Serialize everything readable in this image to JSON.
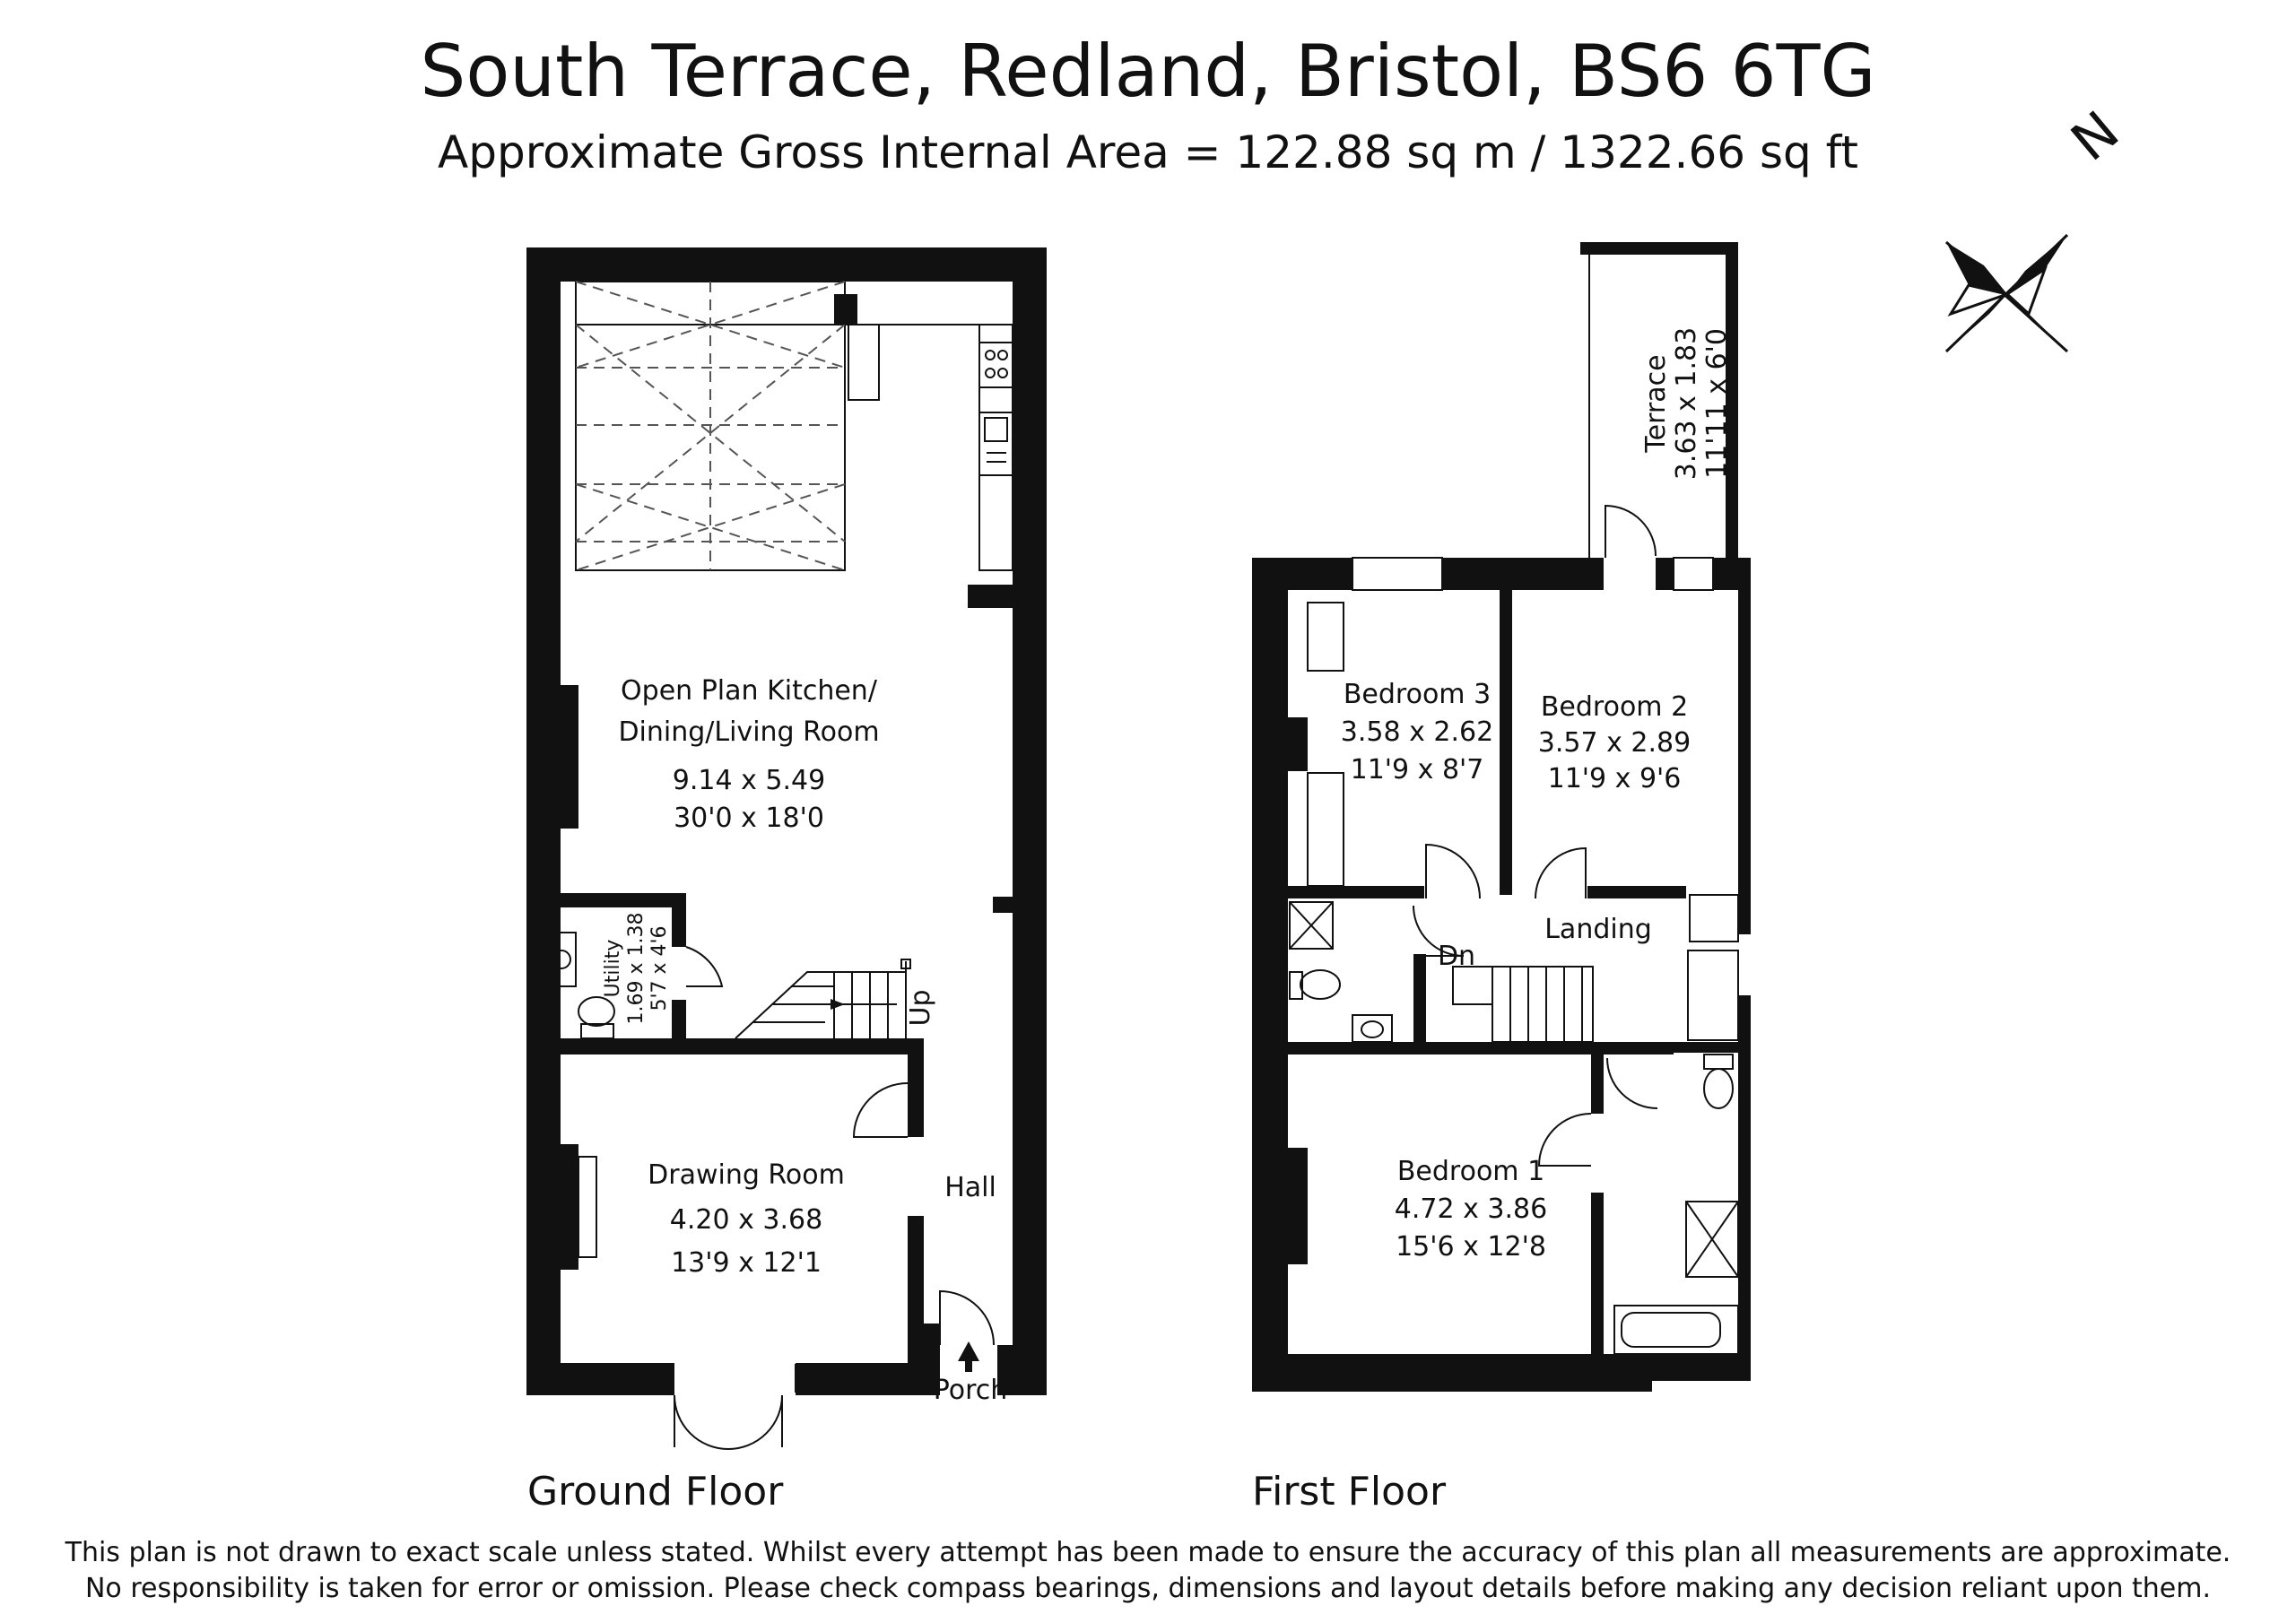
{
  "header": {
    "title": "South Terrace, Redland, Bristol,  BS6 6TG",
    "subtitle": "Approximate Gross Internal Area = 122.88 sq m / 1322.66 sq ft"
  },
  "compass": {
    "label": "N",
    "icon": "compass-rose-icon"
  },
  "floors": {
    "ground": {
      "label": "Ground Floor",
      "rooms": {
        "kitchen": {
          "name_line1": "Open Plan Kitchen/",
          "name_line2": "Dining/Living Room",
          "metric": "9.14 x 5.49",
          "imperial": "30'0 x 18'0"
        },
        "utility": {
          "name": "Utility",
          "metric": "1.69 x 1.38",
          "imperial": "5'7 x 4'6"
        },
        "drawing": {
          "name": "Drawing Room",
          "metric": "4.20 x 3.68",
          "imperial": "13'9 x 12'1"
        },
        "hall": {
          "name": "Hall"
        },
        "porch": {
          "name": "Porch"
        },
        "stairs": {
          "label": "Up"
        }
      }
    },
    "first": {
      "label": "First Floor",
      "rooms": {
        "terrace": {
          "name": "Terrace",
          "metric": "3.63 x 1.83",
          "imperial": "11'11 x 6'0"
        },
        "bedroom3": {
          "name": "Bedroom 3",
          "metric": "3.58 x 2.62",
          "imperial": "11'9 x 8'7"
        },
        "bedroom2": {
          "name": "Bedroom 2",
          "metric": "3.57 x 2.89",
          "imperial": "11'9 x 9'6"
        },
        "landing": {
          "name": "Landing"
        },
        "stairs": {
          "label": "Dn"
        },
        "bedroom1": {
          "name": "Bedroom 1",
          "metric": "4.72 x 3.86",
          "imperial": "15'6 x 12'8"
        }
      }
    }
  },
  "disclaimer": {
    "line1": "This plan is not drawn to exact scale unless stated.  Whilst every attempt has been made to ensure the accuracy of this plan all measurements are approximate.",
    "line2": "No responsibility is taken for error or omission.  Please check compass bearings, dimensions and layout details before making any decision reliant upon them."
  }
}
